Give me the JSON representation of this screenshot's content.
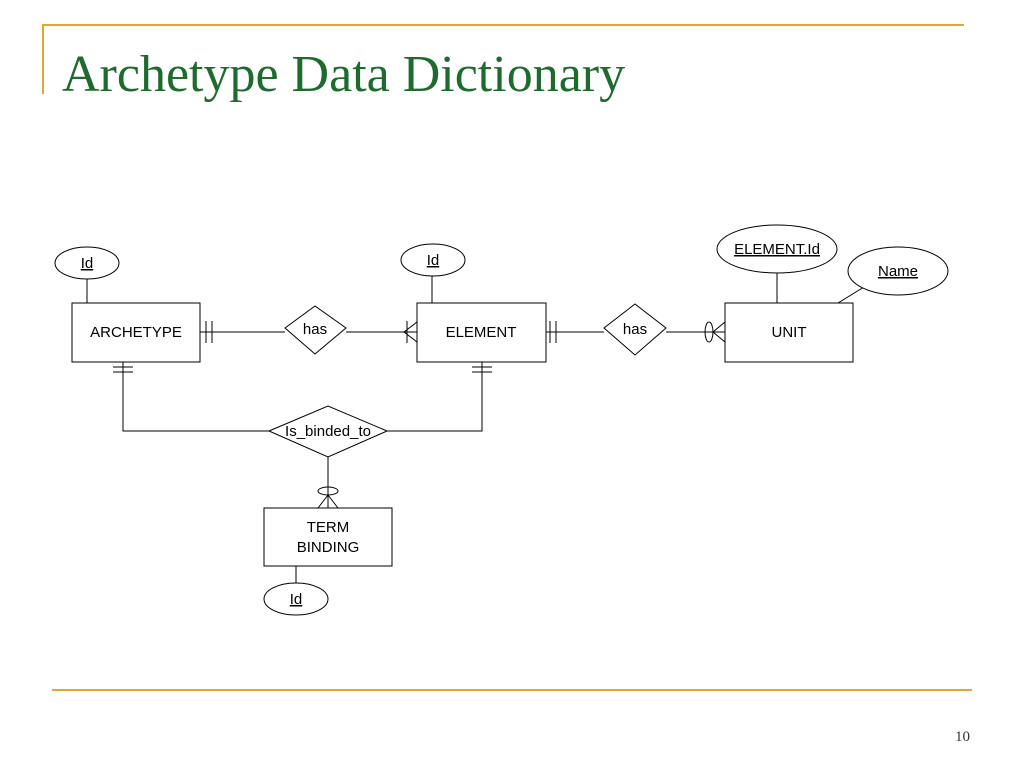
{
  "title": "Archetype Data Dictionary",
  "page_number": "10",
  "entities": {
    "archetype": "ARCHETYPE",
    "element": "ELEMENT",
    "unit": "UNIT",
    "term_binding_line1": "TERM",
    "term_binding_line2": "BINDING"
  },
  "relationships": {
    "archetype_has_element": "has",
    "element_has_unit": "has",
    "is_binded_to": "Is_binded_to"
  },
  "attributes": {
    "archetype_id": "Id",
    "element_id": "Id",
    "unit_element_id": "ELEMENT.Id",
    "unit_name": "Name",
    "term_binding_id": "Id"
  }
}
